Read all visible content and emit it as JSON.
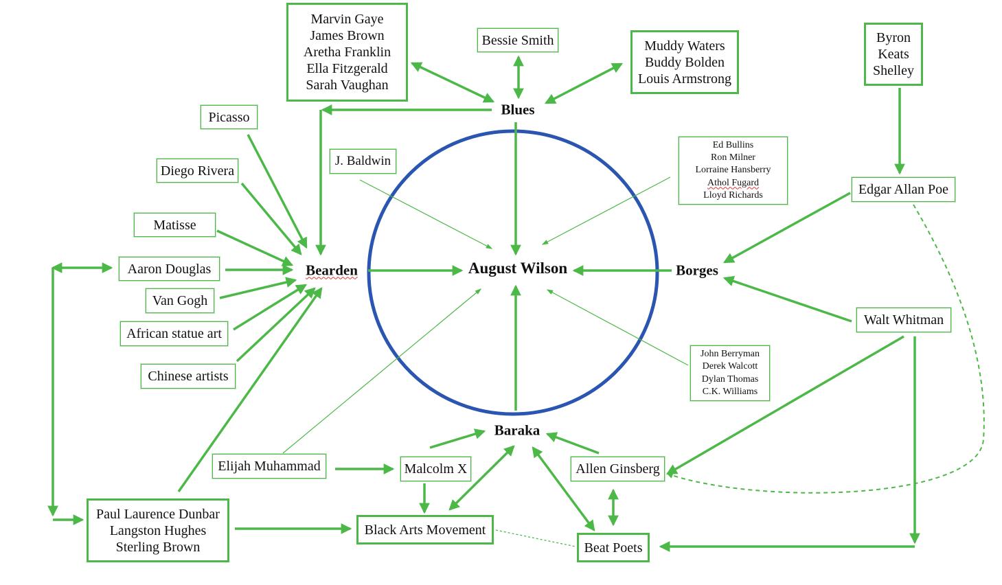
{
  "hubs": {
    "center": "August Wilson",
    "blues": "Blues",
    "bearden": "Bearden",
    "borges": "Borges",
    "baraka": "Baraka"
  },
  "influences": {
    "soul_singers": [
      "Marvin Gaye",
      "James Brown",
      "Aretha Franklin",
      "Ella Fitzgerald",
      "Sarah Vaughan"
    ],
    "bessie_smith": "Bessie Smith",
    "jazz_musicians": [
      "Muddy Waters",
      "Buddy Bolden",
      "Louis Armstrong"
    ],
    "romantic_poets": [
      "Byron",
      "Keats",
      "Shelley"
    ],
    "picasso": "Picasso",
    "diego_rivera": "Diego Rivera",
    "matisse": "Matisse",
    "aaron_douglas": "Aaron Douglas",
    "van_gogh": "Van Gogh",
    "african_statue_art": "African statue art",
    "chinese_artists": "Chinese artists",
    "j_baldwin": "J. Baldwin",
    "playwrights": [
      "Ed Bullins",
      "Ron Milner",
      "Lorraine Hansberry",
      "Athol Fugard",
      "Lloyd Richards"
    ],
    "edgar_allan_poe": "Edgar Allan Poe",
    "walt_whitman": "Walt Whitman",
    "poets": [
      "John Berryman",
      "Derek Walcott",
      "Dylan Thomas",
      "C.K. Williams"
    ],
    "elijah_muhammad": "Elijah Muhammad",
    "malcolm_x": "Malcolm X",
    "allen_ginsberg": "Allen Ginsberg",
    "black_arts_movement": "Black Arts Movement",
    "beat_poets": "Beat Poets",
    "harlem_poets": [
      "Paul Laurence Dunbar",
      "Langston Hughes",
      "Sterling Brown"
    ]
  },
  "colors": {
    "arrow_green": "#4cb848",
    "circle_blue": "#2a55b0",
    "text": "#111111"
  }
}
